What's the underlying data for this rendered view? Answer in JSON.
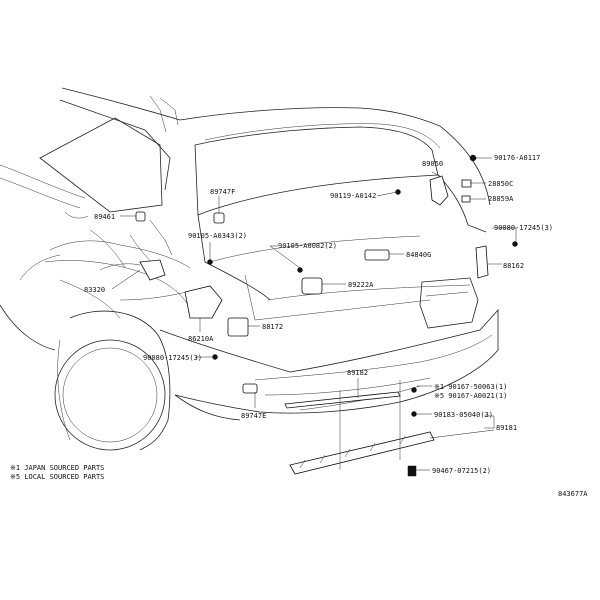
{
  "labels": {
    "p90176": "90176-A0117",
    "p89050": "89050",
    "p90119": "90119-A0142",
    "p28850c": "28850C",
    "p28859a": "28859A",
    "p89747f": "89747F",
    "p89461": "89461",
    "p90080a": "90080-17245(3)",
    "p90105": "90105-A0343(2)",
    "p90105b": "90105-A0082(2)",
    "p84840g": "84840G",
    "p88162": "88162",
    "p89222a": "89222A",
    "p83320": "83320",
    "p88172": "88172",
    "p86210a": "86210A",
    "p90080b": "90080-17245(3)",
    "p89182": "89182",
    "p90167a": "※1 90167-50063(1)",
    "p90167b": "※5 90167-A0021(1)",
    "p89747e": "89747E",
    "p90183": "90183-05040(3)",
    "p89181": "89181",
    "p90467": "90467-07215(2)"
  },
  "legend": {
    "japan": "※1 JAPAN SOURCED PARTS",
    "local": "※5 LOCAL SOURCED PARTS"
  },
  "figure_code": "843677A"
}
